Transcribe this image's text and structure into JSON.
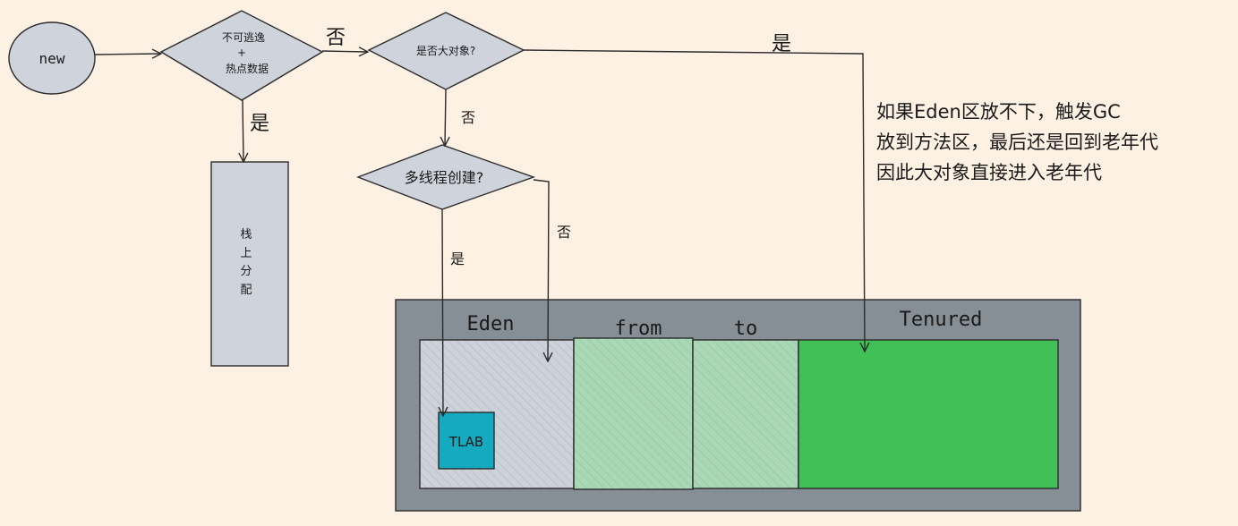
{
  "nodes": {
    "start": {
      "text": "new"
    },
    "escape_check": {
      "line1": "不可逃逸",
      "line2": "+",
      "line3": "热点数据"
    },
    "stack_alloc": {
      "chars": [
        "栈",
        "上",
        "分",
        "配"
      ]
    },
    "large_check": {
      "text": "是否大对象?"
    },
    "multithread_check": {
      "text": "多线程创建?"
    }
  },
  "edges": {
    "escape_yes": "是",
    "escape_no": "否",
    "large_yes": "是",
    "large_no": "否",
    "multithread_yes": "是",
    "multithread_no": "否"
  },
  "note": {
    "lines": [
      "如果Eden区放不下，触发GC",
      "放到方法区，最后还是回到老年代",
      "因此大对象直接进入老年代"
    ]
  },
  "heap": {
    "eden_label": "Eden",
    "from_label": "from",
    "to_label": "to",
    "tenured_label": "Tenured",
    "tlab_label": "TLAB"
  },
  "colors": {
    "background": "#fdf1e4",
    "node_fill": "#cfd3dc",
    "heap_frame": "#868e96",
    "survivor": "#a8d5b4",
    "tenured": "#40c057",
    "tlab": "#15aabf"
  }
}
